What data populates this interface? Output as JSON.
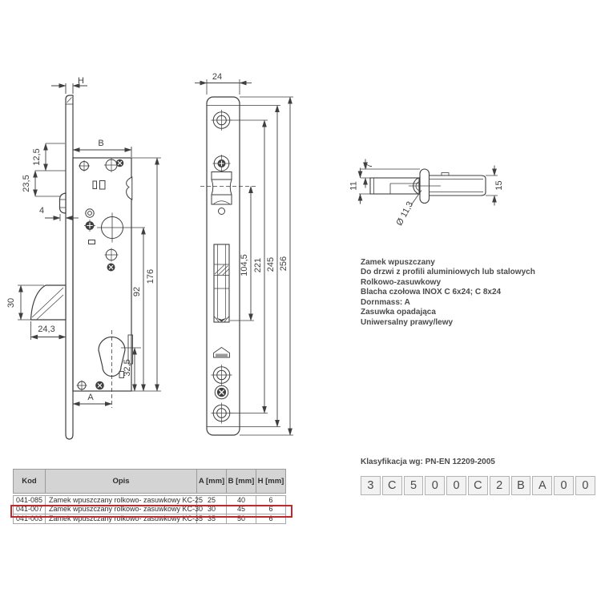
{
  "colors": {
    "line": "#3f3f3f",
    "accent_red": "#c4262b",
    "table_header_bg": "#d4d4d4",
    "box_bg": "#f2f2f2"
  },
  "side_view": {
    "dims": {
      "h": "H",
      "b": "B",
      "v12_5": "12,5",
      "v23_5": "23,5",
      "v4": "4",
      "v30": "30",
      "v24_3": "24,3",
      "v176": "176",
      "v92": "92",
      "v32_5": "32,5",
      "a": "A"
    }
  },
  "front_view": {
    "dims": {
      "w24": "24",
      "v104_5": "104,5",
      "v221": "221",
      "v245": "245",
      "v256": "256"
    }
  },
  "bolt_view": {
    "dims": {
      "v7": "7",
      "v11": "11",
      "v15": "15",
      "dia": "Ø 11,3"
    }
  },
  "description": {
    "lines": [
      "Zamek wpuszczany",
      "Do drzwi z profili aluminiowych lub stalowych",
      "Rolkowo-zasuwkowy",
      "Blacha czołowa INOX C 6x24; C 8x24",
      "Dornmass: A",
      "Zasuwka opadająca",
      "Uniwersalny prawy/lewy"
    ]
  },
  "classification": {
    "heading": "Klasyfikacja wg: PN-EN 12209-2005",
    "code": [
      "3",
      "C",
      "5",
      "0",
      "0",
      "C",
      "2",
      "B",
      "A",
      "0",
      "0"
    ]
  },
  "table": {
    "headers": [
      "Kod",
      "Opis",
      "A [mm]",
      "B [mm]",
      "H [mm]"
    ],
    "rows": [
      {
        "kod": "041-085",
        "opis": "Zamek wpuszczany rolkowo- zasuwkowy KC-25",
        "a": "25",
        "b": "40",
        "h": "6"
      },
      {
        "kod": "041-007",
        "opis": "Zamek wpuszczany rolkowo- zasuwkowy KC-30",
        "a": "30",
        "b": "45",
        "h": "6",
        "highlighted": true
      },
      {
        "kod": "041-003",
        "opis": "Zamek wpuszczany rolkowo- zasuwkowy KC-35",
        "a": "35",
        "b": "50",
        "h": "6"
      }
    ]
  }
}
